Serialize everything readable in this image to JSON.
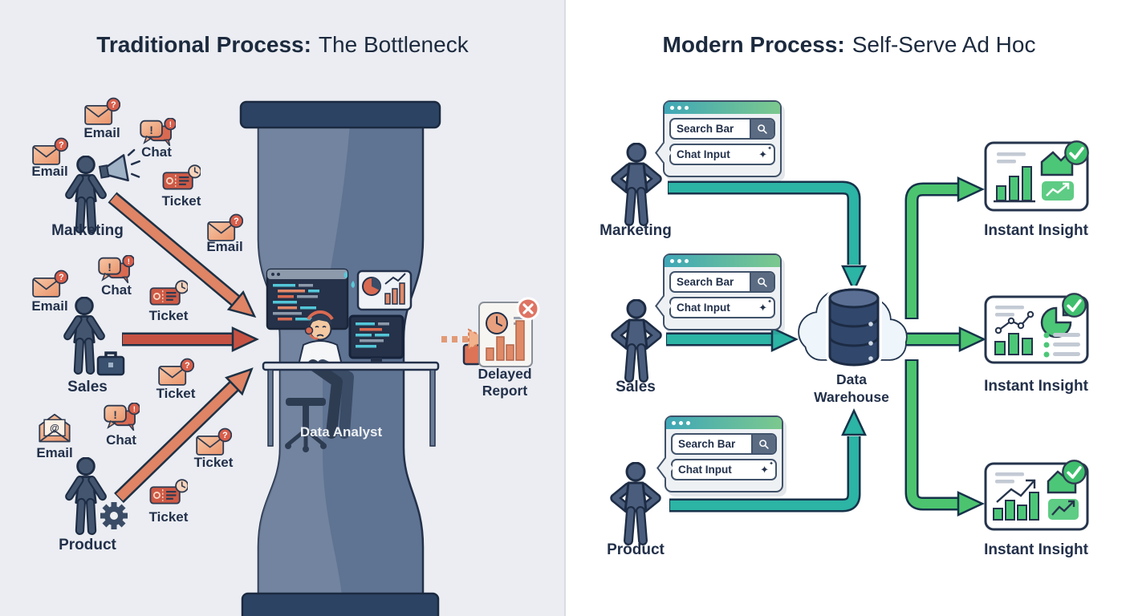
{
  "left": {
    "title": {
      "bold": "Traditional Process:",
      "rest": "The Bottleneck"
    },
    "icon_labels": [
      "Email",
      "Email",
      "Chat",
      "Ticket",
      "Email",
      "Email",
      "Chat",
      "Ticket",
      "Ticket",
      "Email",
      "Chat",
      "Ticket",
      "Ticket"
    ],
    "personas": [
      {
        "label": "Marketing"
      },
      {
        "label": "Sales"
      },
      {
        "label": "Product"
      }
    ],
    "analyst_label": "Data Analyst",
    "report": {
      "line1": "Delayed",
      "line2": "Report"
    }
  },
  "right": {
    "title": {
      "bold": "Modern Process:",
      "rest": "Self-Serve Ad Hoc"
    },
    "personas": [
      {
        "label": "Marketing"
      },
      {
        "label": "Sales"
      },
      {
        "label": "Product"
      }
    ],
    "window": {
      "search": "Search Bar",
      "chat": "Chat Input"
    },
    "warehouse": {
      "line1": "Data",
      "line2": "Warehouse"
    },
    "insight_labels": [
      "Instant Insight",
      "Instant Insight",
      "Instant Insight"
    ]
  },
  "colors": {
    "left_bg": "#ebedf2",
    "right_bg": "#ffffff",
    "navy": "#22304a",
    "funnel": "#5f7392",
    "funnel_cap": "#2c4364",
    "orange": "#e8936a",
    "alert_red": "#d85f4b",
    "arrow_red": "#c65244",
    "teal": "#2cb4a4",
    "green": "#4cc46f",
    "insight_green": "#4cc777"
  }
}
